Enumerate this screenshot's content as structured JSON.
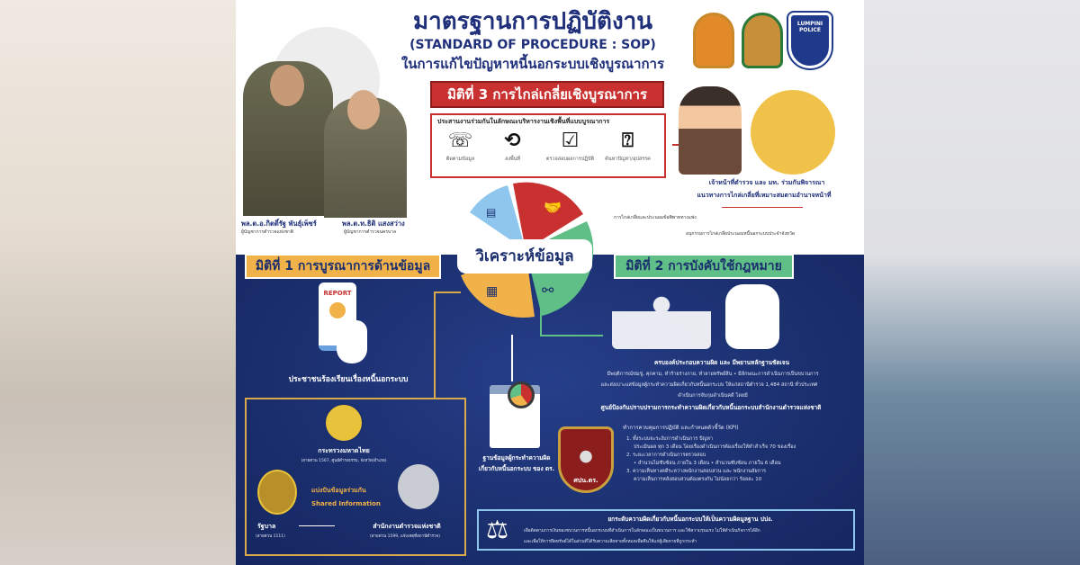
{
  "header": {
    "title_th": "มาตรฐานการปฏิบัติงาน",
    "title_en": "(STANDARD OF PROCEDURE : SOP)",
    "subtitle_th": "ในการแก้ไขปัญหาหนี้นอกระบบเชิงบูรณาการ",
    "badge_police": "LUMPINI POLICE"
  },
  "officials": [
    {
      "name": "พล.ต.อ.กิตติ์รัฐ พันธุ์เพ็ชร์",
      "role": "ผู้บัญชาการตำรวจแห่งชาติ"
    },
    {
      "name": "พล.ต.ท.ธิติ แสงสว่าง",
      "role": "ผู้บัญชาการตำรวจนครบาล"
    }
  ],
  "dimension3": {
    "heading": "มิติที่ 3 การไกล่เกลี่ยเชิงบูรณาการ",
    "box_title": "ประสานงานร่วมกันในลักษณะบริหารงานเชิงพื้นที่แบบบูรณาการ",
    "steps": [
      "ติดตามข้อมูล",
      "ลงพื้นที่",
      "ตรวจสอบผลการปฏิบัติ",
      "ค้นหาปัญหา/อุปสรรค"
    ],
    "officers_caption_1": "เจ้าหน้าที่ตำรวจ และ มท. ร่วมกันพิจารณา",
    "officers_caption_2": "แนวทางการไกล่เกลี่ยที่เหมาะสมตามอำนาจหน้าที่",
    "branch_1": "การไกล่เกลี่ยและประนอมข้อพิพาททางแพ่ง",
    "branch_2": "อนุกรรมการไกล่เกลี่ยประนอมหนี้นอกระบบประจำจังหวัด"
  },
  "center": {
    "label": "วิเคราะห์ข้อมูล"
  },
  "dimension1": {
    "heading": "มิติที่ 1 การบูรณาการด้านข้อมูล",
    "report_label": "REPORT",
    "complaint": "ประชาชนร้องเรียนเรื่องหนี้นอกระบบ",
    "ministry": "กระทรวงมหาดไทย",
    "ministry_note": "(สายด่วน 1567, ศูนย์ดำรงธรรม, จังหวัด/อำเภอ)",
    "share_th": "แบ่งปันข้อมูลร่วมกัน",
    "share_en": "Shared Information",
    "government": "รัฐบาล",
    "government_note": "(สายด่วน 1111)",
    "police": "สำนักงานตำรวจแห่งชาติ",
    "police_note": "(สายด่วน 1599, แจ้งเหตุที่สถานีตำรวจ)"
  },
  "database": {
    "caption_1": "ฐานข้อมูลผู้กระทำความผิด",
    "caption_2": "เกี่ยวกับหนี้นอกระบบ ของ ตร."
  },
  "dimension2": {
    "heading": "มิติที่ 2 การบังคับใช้กฎหมาย",
    "line1": "ครบองค์ประกอบความผิด และ มีพยานหลักฐานชัดเจน",
    "line2": "มีพฤติการณ์ข่มขู่, คุกคาม, ทำร้ายร่างกาย, ทำลายทรัพย์สิน  •  มีลักษณะการดำเนินการเป็นขบวนการ",
    "line3": "และส่งเบาะแสข้อมูลผู้กระทำความผิดเกี่ยวกับหนี้นอกระบบ ให้แก่สถานีตำรวจ 1,484 สถานี ทั่วประเทศ",
    "line4": "ดำเนินการจับกุมดำเนินคดี โดยมี",
    "center_title": "ศูนย์ป้องกันปราบปรามการกระทำความผิดเกี่ยวกับหนี้นอกระบบสำนักงานตำรวจแห่งชาติ",
    "kpi": "ทำการควบคุมการปฏิบัติ และกำหนดตัวชี้วัด (KPI)",
    "kpi_items": [
      "1. ทั้งระบบจะระงับการดำเนินการ ปัญหา",
      "ประเมินผล ทุก 3 เดือน โดยเรื่องดำเนินการต้องเรื่องให้ทำสำเร็จ 70 ของเรื่อง",
      "2. ระยะเวลาการดำเนินการตรวจสอบ",
      "• สำนวนไม่ซับซ้อน ภายใน 3 เดือน   • สำนวนซับซ้อน ภายใน 6 เดือน",
      "3. ความเห็นทางคดีระหว่างพนักงานสอบสวน และ พนักงานอัยการ",
      "ความเห็นการหลังสอบสวนต้องตรงกัน ไม่น้อยกว่า ร้อยละ 10"
    ],
    "badge_text": "ศปน.ตร.",
    "footer_title": "ยกระดับความผิดเกี่ยวกับหนี้นอกระบบให้เป็นความผิดมูลฐาน ปปง.",
    "footer_text_1": "เพื่อติดตามการเงินของขบวนการหนี้นอกระบบที่ดำเนินการในลักษณะเป็นขบวนการ และใช้ความรุนแรง ไม่ให้ดำเนินกิจการได้อีก",
    "footer_text_2": "และเพื่อให้การยึดทรัพย์ได้ในส่วนที่ได้รับความเสียหายทั้งหมดเพื่อคืนให้แก่ผู้เสียหายที่ถูกกระทำ"
  },
  "colors": {
    "navy": "#1b2f6e",
    "red": "#c8312f",
    "yellow": "#f1b24a",
    "green": "#5fbf86",
    "blue_light": "#8fc6ee"
  }
}
